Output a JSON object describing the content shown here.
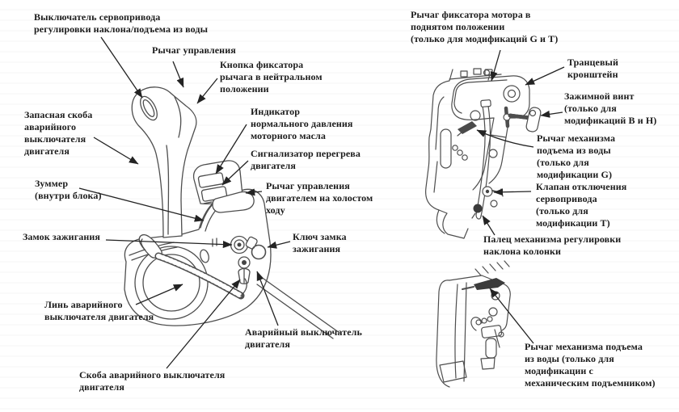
{
  "colors": {
    "label_text": "#1b1b1b",
    "leader": "#232323",
    "art": "#4e4e4e",
    "art_dark": "#3b3b3b",
    "background": "#ffffff"
  },
  "labels": {
    "servo_trim_switch": "Выключатель сервопривода\nрегулировки наклона/подъема из воды",
    "control_lever": "Рычаг управления",
    "neutral_lock_button": "Кнопка фиксатора\nрычага в нейтральном\nположении",
    "spare_clip": "Запасная скоба\nаварийного\nвыключателя\nдвигателя",
    "oil_indicator": "Индикатор\nнормального давления\nмоторного масла",
    "overheat_alarm": "Сигнализатор перегрева\nдвигателя",
    "buzzer": "Зуммер\n(внутри блока)",
    "idle_control_lever": "Рычаг управления\nдвигателем на холостом\nходу",
    "ignition_lock": "Замок зажигания",
    "ignition_key": "Ключ замка\nзажигания",
    "lanyard": "Линь аварийного\nвыключателя двигателя",
    "emergency_switch": "Аварийный выключатель\nдвигателя",
    "emergency_clip": "Скоба аварийного выключателя\nдвигателя",
    "tilt_lock_lever": "Рычаг фиксатора мотора в\nподнятом положении\n(только для модификаций G и Т)",
    "transom_bracket": "Транцевый\nкронштейн",
    "clamp_screw": "Зажимной винт\n(только для\nмодификаций В и Н)",
    "tilt_lever_g": "Рычаг механизма\nподъема из воды\n(только для\nмодификации G)",
    "servo_release_valve": "Клапан отключения\nсервопривода\n(только для\nмодификации Т)",
    "tilt_pin": "Палец механизма регулировки\nнаклона колонки",
    "tilt_lever_manual": "Рычаг механизма подъема\nиз воды (только для\nмодификации с\nмеханическим подъемником)"
  }
}
